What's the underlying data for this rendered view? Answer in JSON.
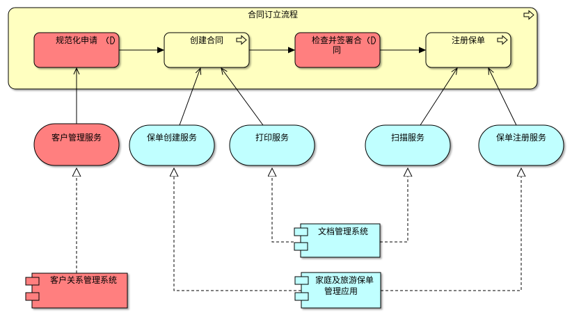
{
  "diagram": {
    "process_group": {
      "label": "合同订立流程",
      "icon": "process-arrow-icon",
      "fill": "#ffffc0"
    },
    "processes": [
      {
        "id": "p1",
        "label": "规范化申请",
        "kind": "event-icon",
        "fill": "#ff7f7f"
      },
      {
        "id": "p2",
        "label": "创建合同",
        "kind": "process-arrow-icon",
        "fill": "#ffffc0"
      },
      {
        "id": "p3",
        "label_line1": "检查并签署合",
        "label_line2": "同",
        "kind": "event-icon",
        "fill": "#ff7f7f"
      },
      {
        "id": "p4",
        "label": "注册保单",
        "kind": "process-arrow-icon",
        "fill": "#ffffc0"
      }
    ],
    "services": [
      {
        "id": "s1",
        "label": "客户管理服务",
        "fill": "#ff7f7f"
      },
      {
        "id": "s2",
        "label": "保单创建服务",
        "fill": "#c0ffff"
      },
      {
        "id": "s3",
        "label": "打印服务",
        "fill": "#c0ffff"
      },
      {
        "id": "s4",
        "label": "扫描服务",
        "fill": "#c0ffff"
      },
      {
        "id": "s5",
        "label": "保单注册服务",
        "fill": "#c0ffff"
      }
    ],
    "components": [
      {
        "id": "c1",
        "label": "客户关系管理系统",
        "fill": "#ff7f7f"
      },
      {
        "id": "c2",
        "label": "文档管理系统",
        "fill": "#c0ffff"
      },
      {
        "id": "c3",
        "label_line1": "家庭及旅游保单",
        "label_line2": "管理应用",
        "fill": "#c0ffff"
      }
    ]
  }
}
